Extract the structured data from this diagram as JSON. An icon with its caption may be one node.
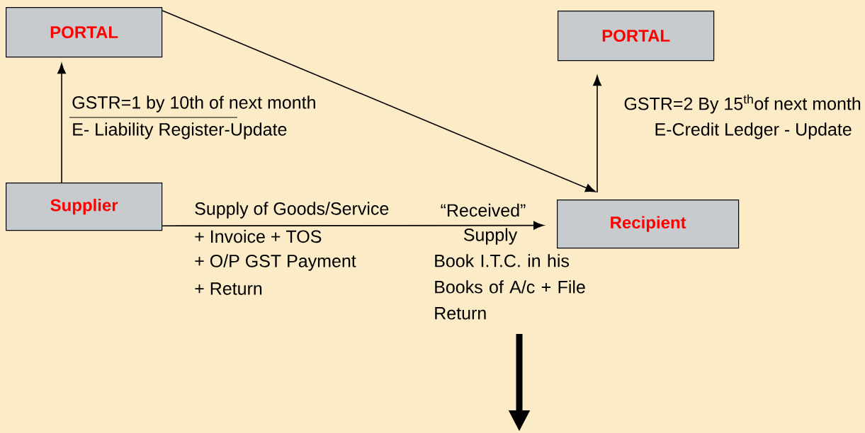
{
  "diagram": {
    "nodes": [
      {
        "text": [
          "PORTAL"
        ]
      },
      {
        "text": [
          "PORTAL"
        ]
      },
      {
        "text": [
          "Supplier"
        ]
      },
      {
        "text": [
          "Recipient"
        ]
      }
    ],
    "edges": [
      {
        "from": 2,
        "to": 0,
        "arrow": "to"
      },
      {
        "from": 0,
        "to": 3,
        "arrow": "to"
      },
      {
        "from": 3,
        "to": 1,
        "arrow": "to"
      },
      {
        "from": 2,
        "to": 3,
        "arrow": "to"
      }
    ],
    "labels": [
      "GSTR=1 by 10th of next month",
      "E- Liability Register-Update",
      "GSTR=2 By 15$^{th}$of next month",
      "E-Credit Ledger - Update",
      "Supply of Goods/Service",
      "“Received”",
      "+ Invoice + TOS",
      "Supply",
      "+ O/P GST Payment",
      "+ Return",
      "Book I.T.C. in his Books of A/c + File Return"
    ]
  }
}
